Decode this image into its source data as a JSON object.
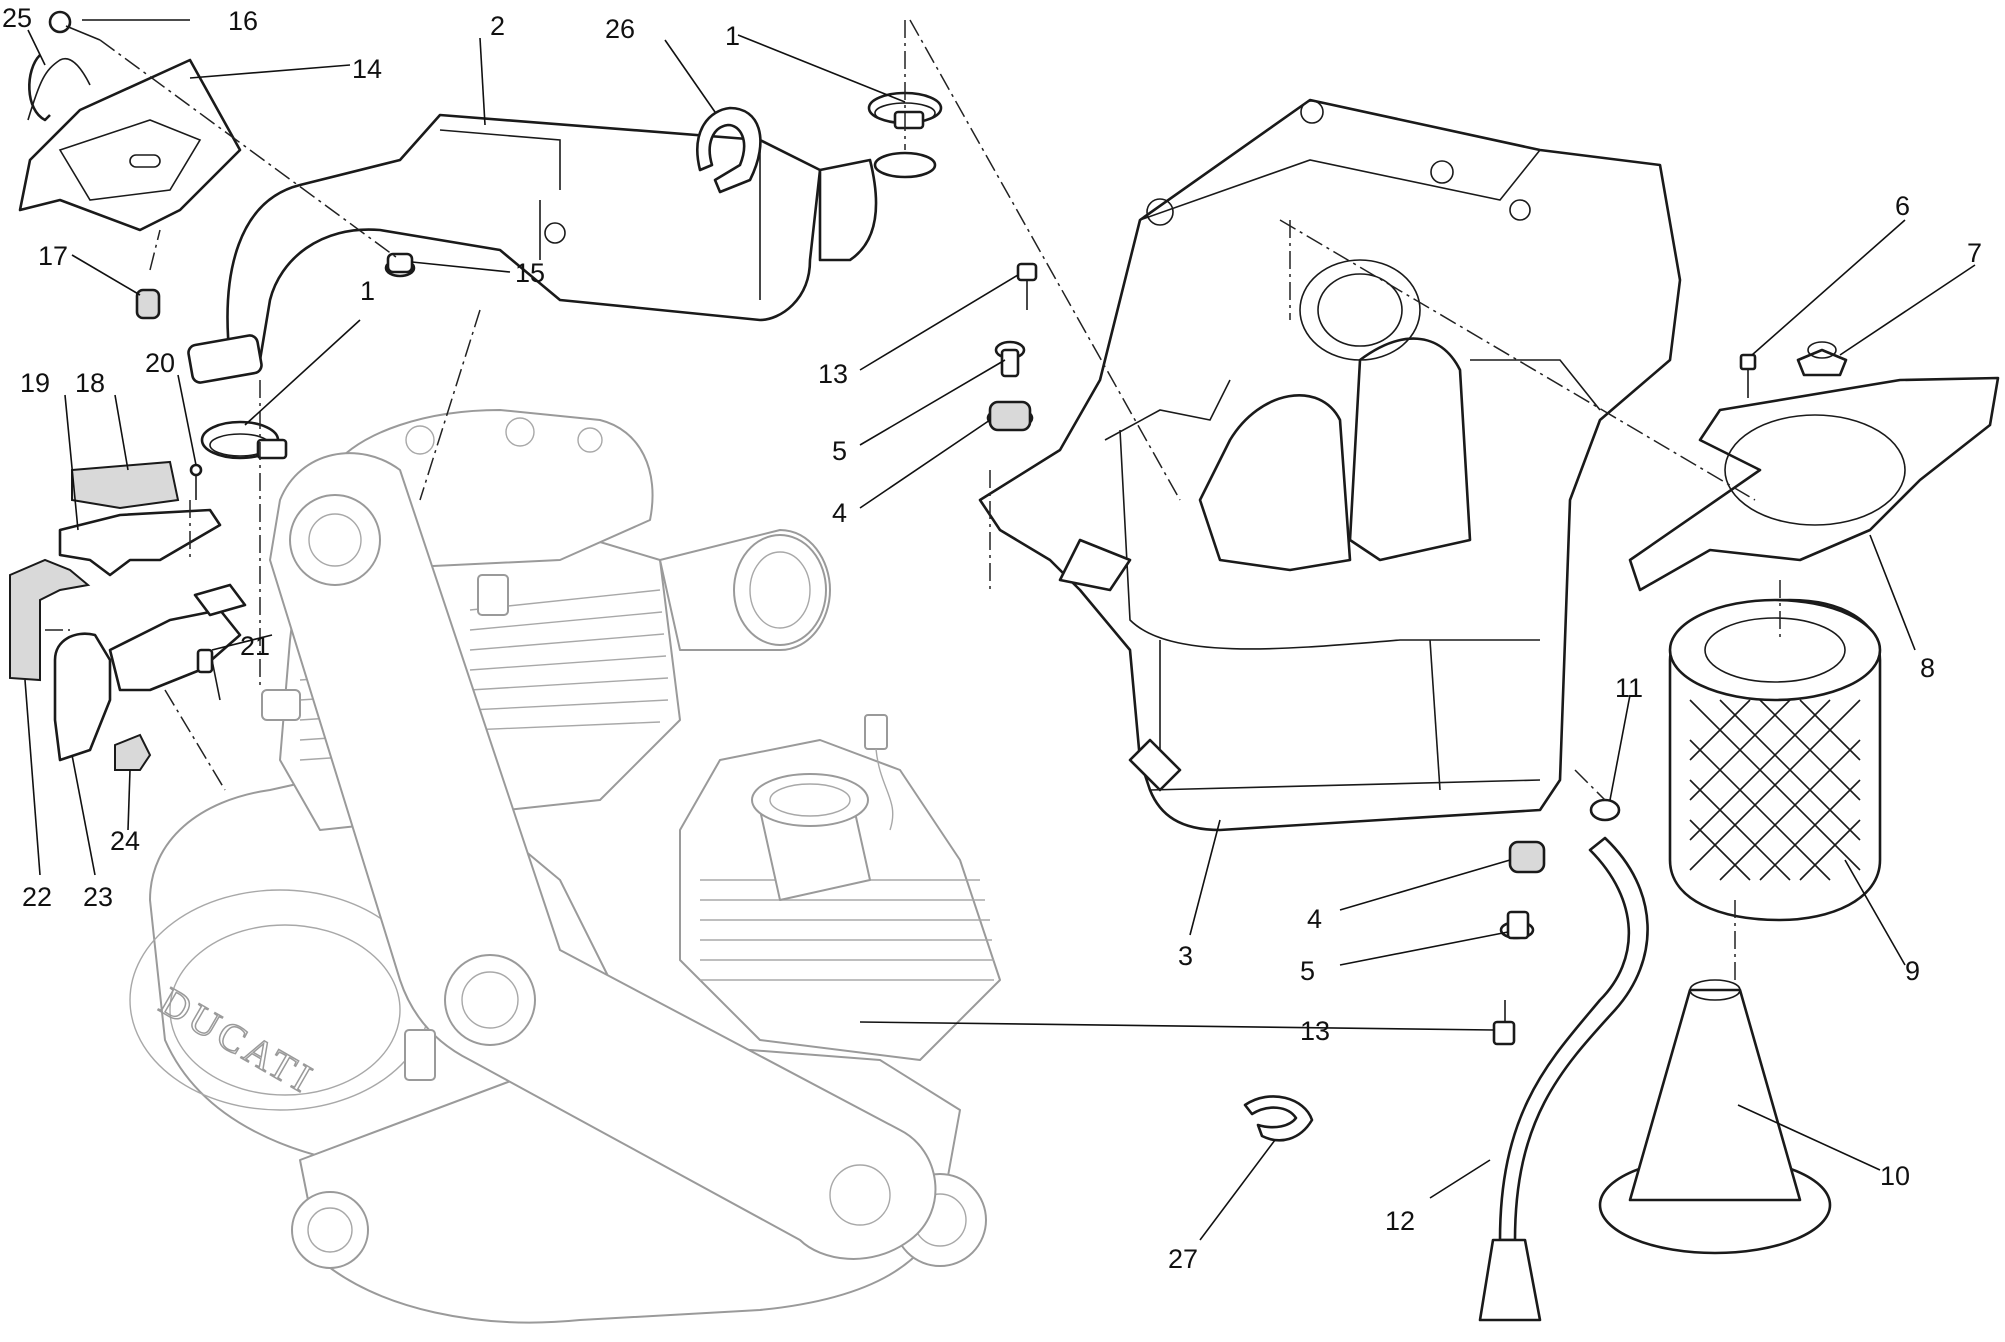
{
  "brand_mark": "DUCATI",
  "callouts": [
    {
      "id": "c1a",
      "label": "1"
    },
    {
      "id": "c1b",
      "label": "1"
    },
    {
      "id": "c2",
      "label": "2"
    },
    {
      "id": "c3",
      "label": "3"
    },
    {
      "id": "c4a",
      "label": "4"
    },
    {
      "id": "c4b",
      "label": "4"
    },
    {
      "id": "c5a",
      "label": "5"
    },
    {
      "id": "c5b",
      "label": "5"
    },
    {
      "id": "c6",
      "label": "6"
    },
    {
      "id": "c7",
      "label": "7"
    },
    {
      "id": "c8",
      "label": "8"
    },
    {
      "id": "c9",
      "label": "9"
    },
    {
      "id": "c10",
      "label": "10"
    },
    {
      "id": "c11",
      "label": "11"
    },
    {
      "id": "c12",
      "label": "12"
    },
    {
      "id": "c13a",
      "label": "13"
    },
    {
      "id": "c13b",
      "label": "13"
    },
    {
      "id": "c14",
      "label": "14"
    },
    {
      "id": "c15",
      "label": "15"
    },
    {
      "id": "c16",
      "label": "16"
    },
    {
      "id": "c17",
      "label": "17"
    },
    {
      "id": "c18",
      "label": "18"
    },
    {
      "id": "c19",
      "label": "19"
    },
    {
      "id": "c20",
      "label": "20"
    },
    {
      "id": "c21",
      "label": "21"
    },
    {
      "id": "c22",
      "label": "22"
    },
    {
      "id": "c23",
      "label": "23"
    },
    {
      "id": "c24",
      "label": "24"
    },
    {
      "id": "c25",
      "label": "25"
    },
    {
      "id": "c26",
      "label": "26"
    },
    {
      "id": "c27",
      "label": "27"
    }
  ]
}
